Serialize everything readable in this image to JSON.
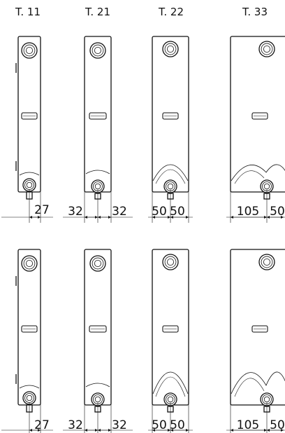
{
  "types": [
    {
      "title": "T. 11"
    },
    {
      "title": "T. 21"
    },
    {
      "title": "T. 22"
    },
    {
      "title": "T. 33"
    }
  ],
  "rows": [
    {
      "dims": [
        [
          "27"
        ],
        [
          "32",
          "32"
        ],
        [
          "50",
          "50"
        ],
        [
          "105",
          "50"
        ]
      ]
    },
    {
      "dims": [
        [
          "27"
        ],
        [
          "32",
          "32"
        ],
        [
          "50",
          "50"
        ],
        [
          "105",
          "50"
        ]
      ]
    }
  ]
}
